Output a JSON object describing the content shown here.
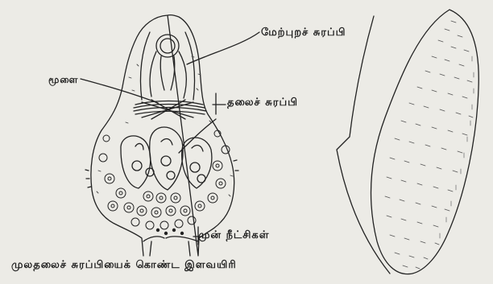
{
  "figure": {
    "labels": {
      "epidermal_gland": "மேற்புறச் சுரப்பி",
      "brain": "மூளை",
      "cephalic_gland": "தலைச் சுரப்பி",
      "anterior_spines": "முன் நீட்சிகள்"
    },
    "caption": "முலதலைச் சுரப்பியைக் கொண்ட இளவயிரி"
  }
}
